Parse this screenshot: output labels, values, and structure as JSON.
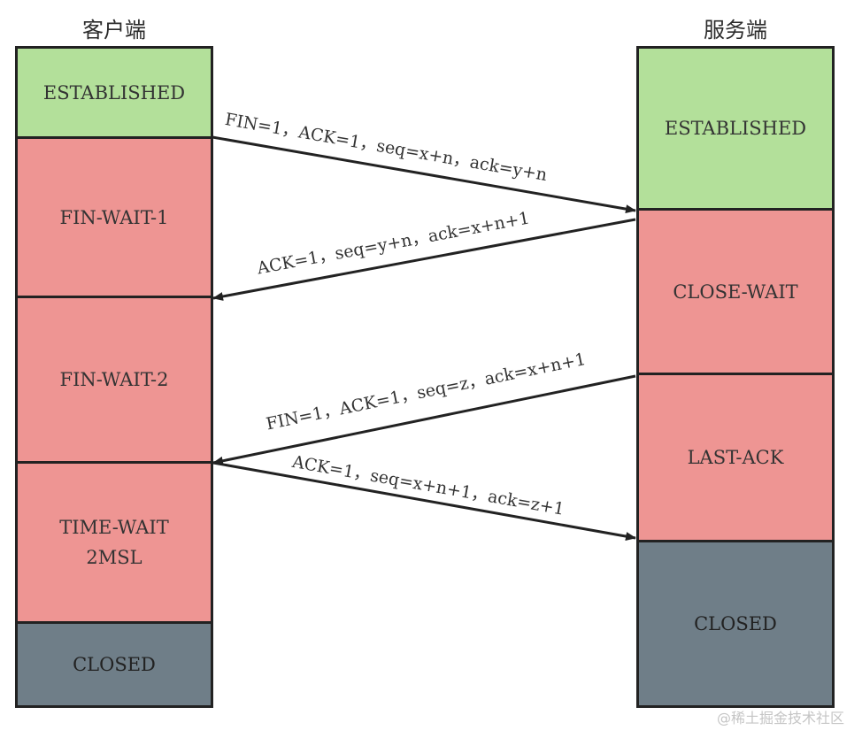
{
  "client": {
    "title": "客户端",
    "states": [
      {
        "label": "ESTABLISHED",
        "kind": "established"
      },
      {
        "label": "FIN-WAIT-1",
        "kind": "waiting"
      },
      {
        "label": "FIN-WAIT-2",
        "kind": "waiting"
      },
      {
        "label": "TIME-WAIT\n2MSL",
        "kind": "waiting"
      },
      {
        "label": "CLOSED",
        "kind": "closed"
      }
    ]
  },
  "server": {
    "title": "服务端",
    "states": [
      {
        "label": "ESTABLISHED",
        "kind": "established"
      },
      {
        "label": "CLOSE-WAIT",
        "kind": "waiting"
      },
      {
        "label": "LAST-ACK",
        "kind": "waiting"
      },
      {
        "label": "CLOSED",
        "kind": "closed"
      }
    ]
  },
  "messages": [
    {
      "label": "FIN=1，ACK=1，seq=x+n，ack=y+n",
      "direction": "client-to-server"
    },
    {
      "label": "ACK=1，seq=y+n，ack=x+n+1",
      "direction": "server-to-client"
    },
    {
      "label": "FIN=1，ACK=1，seq=z，ack=x+n+1",
      "direction": "server-to-client"
    },
    {
      "label": "ACK=1，seq=x+n+1，ack=z+1",
      "direction": "client-to-server"
    }
  ],
  "watermark": "@稀土掘金技术社区",
  "colors": {
    "established": "#b3e09a",
    "waiting": "#ee9593",
    "closed": "#6f7e88",
    "line": "#222222"
  }
}
